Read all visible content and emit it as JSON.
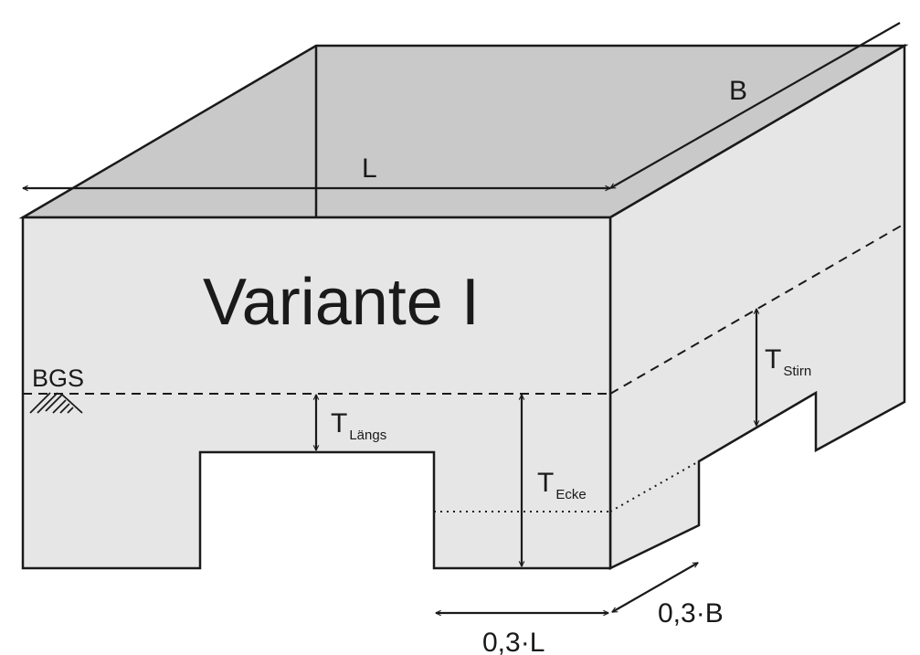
{
  "diagram": {
    "title": "Variante I",
    "labels": {
      "length": "L",
      "width": "B",
      "ground_level": "BGS",
      "depth_long": {
        "main": "T",
        "sub": "Längs"
      },
      "depth_corner": {
        "main": "T",
        "sub": "Ecke"
      },
      "depth_end": {
        "main": "T",
        "sub": "Stirn"
      },
      "corner_length": "0,3·L",
      "corner_width": "0,3·B"
    },
    "colors": {
      "top_face": "#c9c9c9",
      "side_faces": "#e6e6e6",
      "outline": "#1a1a1a"
    }
  }
}
